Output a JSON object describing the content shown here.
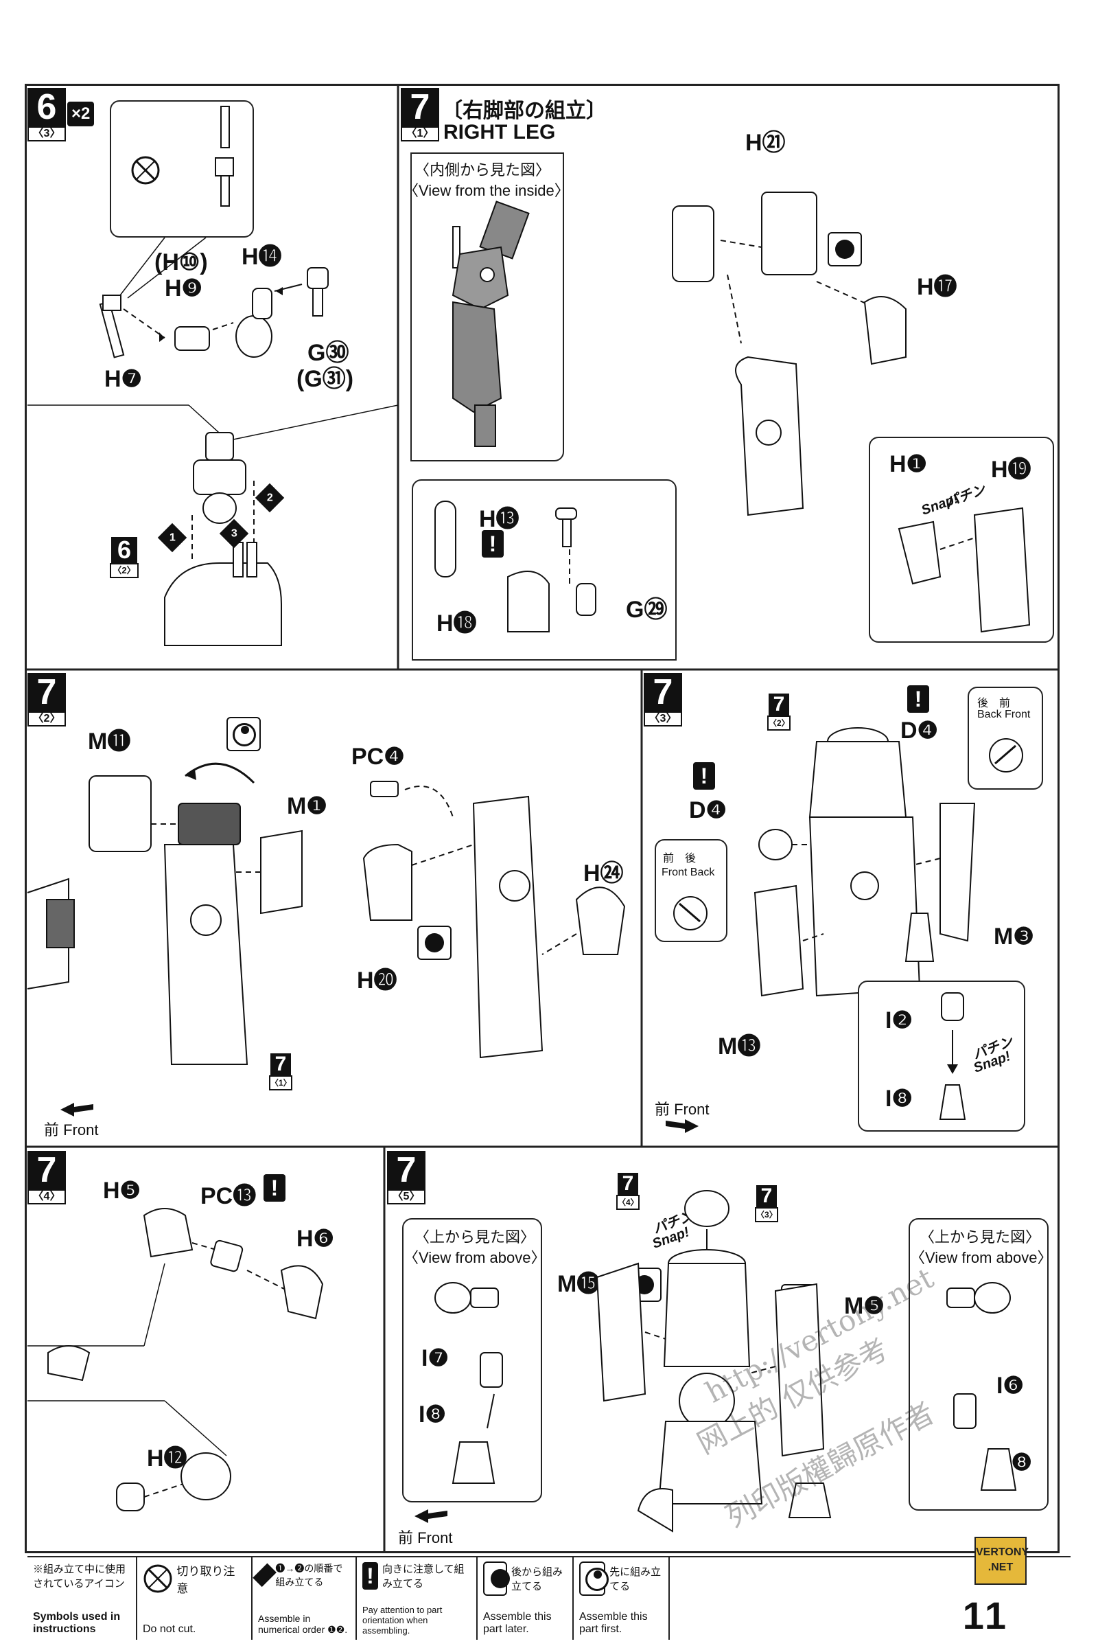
{
  "page_number": "11",
  "steps": {
    "s6_3": {
      "num": "6",
      "sub": "〈3〉",
      "multiplier": "×2",
      "parts": {
        "h10": "(H⑩)",
        "h9": "H❾",
        "h14": "H⓮",
        "g30": "G㉚",
        "g31": "(G㉛)",
        "h7": "H❼"
      },
      "seq": [
        "1",
        "2",
        "3"
      ],
      "ref": {
        "num": "6",
        "sub": "〈2〉"
      }
    },
    "s7_1": {
      "num": "7",
      "sub": "〈1〉",
      "title_jp": "〔右脚部の組立〕",
      "title_en": "RIGHT LEG",
      "inside_jp": "〈内側から見た図〉",
      "inside_en": "〈View from the inside〉",
      "parts": {
        "h21": "H㉑",
        "h17": "H⓱",
        "h1": "H❶",
        "h19": "H⓳",
        "h13": "H⓭",
        "h18": "H⓲",
        "g29": "G㉙"
      },
      "snap_jp": "パチン",
      "snap_en": "Snap!"
    },
    "s7_2": {
      "num": "7",
      "sub": "〈2〉",
      "parts": {
        "m11": "M⓫",
        "m1": "M❶",
        "pc4": "PC❹",
        "h24": "H㉔",
        "h20": "H⓴"
      },
      "ref": {
        "num": "7",
        "sub": "〈1〉"
      },
      "front": "前 Front"
    },
    "s7_3": {
      "num": "7",
      "sub": "〈3〉",
      "parts": {
        "d4a": "D❹",
        "d4b": "D❹",
        "m3": "M❸",
        "m13": "M⓭",
        "i2": "I❷",
        "i8": "I❽"
      },
      "ref": {
        "num": "7",
        "sub": "〈2〉"
      },
      "back_front_jp": "後　前",
      "back_front_en": "Back Front",
      "front_back_jp": "前　後",
      "front_back_en": "Front Back",
      "front": "前 Front",
      "snap_jp": "パチン",
      "snap_en": "Snap!"
    },
    "s7_4": {
      "num": "7",
      "sub": "〈4〉",
      "parts": {
        "h5": "H❺",
        "pc13": "PC⓭",
        "h6": "H❻",
        "h12": "H⓬"
      }
    },
    "s7_5": {
      "num": "7",
      "sub": "〈5〉",
      "above_jp": "〈上から見た図〉",
      "above_en": "〈View from above〉",
      "parts": {
        "m15": "M⓯",
        "m5": "M❺",
        "i7": "I❼",
        "i8a": "I❽",
        "i6": "I❻",
        "i8b": "I❽"
      },
      "ref_a": {
        "num": "7",
        "sub": "〈4〉"
      },
      "ref_b": {
        "num": "7",
        "sub": "〈3〉"
      },
      "front": "前 Front",
      "snap_jp": "パチン",
      "snap_en": "Snap!"
    }
  },
  "legend": {
    "header_jp": "※組み立て中に使用されているアイコン",
    "header_en": "Symbols used in instructions",
    "items": [
      {
        "jp": "切り取り注意",
        "en": "Do not cut."
      },
      {
        "jp": "❶→❷の順番で組み立てる",
        "en": "Assemble in numerical order ❶❷."
      },
      {
        "jp": "向きに注意して組み立てる",
        "en": "Pay attention to part orientation when assembling."
      },
      {
        "jp": "後から組み立てる",
        "en": "Assemble this part later."
      },
      {
        "jp": "先に組み立てる",
        "en": "Assemble this part first."
      }
    ]
  },
  "watermark": {
    "line1": "http://vertony.net",
    "line2": "网上的 仅供参考",
    "line3": "列印版權歸原作者"
  },
  "badge": "VERTONY .NET"
}
